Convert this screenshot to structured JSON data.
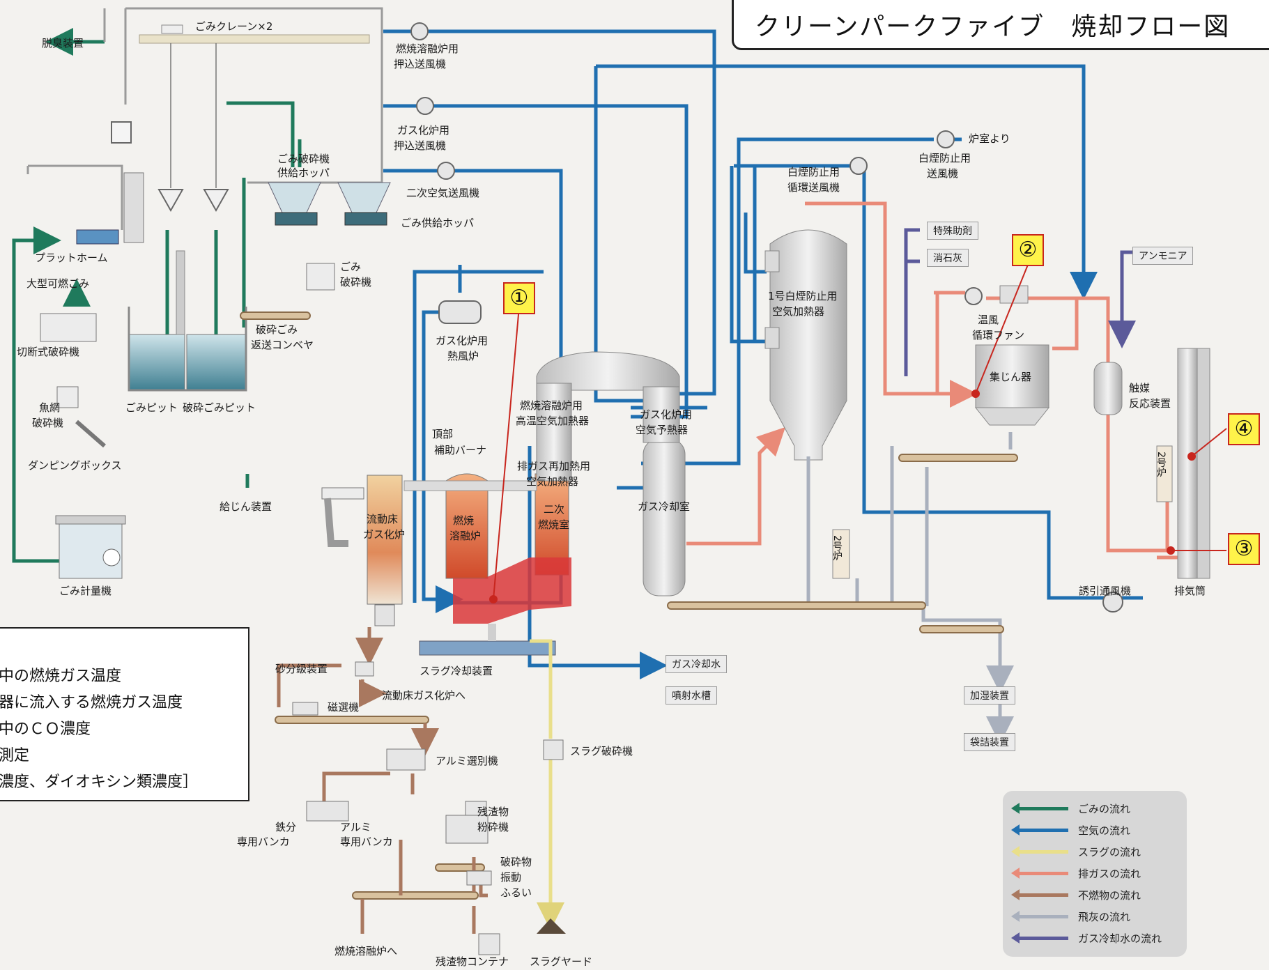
{
  "title": "クリーンパークファイブ　焼却フロー図",
  "notes": [
    "中の燃焼ガス温度",
    "器に流入する燃焼ガス温度",
    "中のＣＯ濃度",
    "測定",
    "濃度、ダイオキシン類濃度］"
  ],
  "markers": [
    "①",
    "②",
    "③",
    "④"
  ],
  "labels": {
    "deodorizer": "脱臭装置",
    "crane": "ごみクレーン×2",
    "platform": "プラットホーム",
    "large_waste": "大型可燃ごみ",
    "cutting_crusher": "切断式破砕機",
    "fishnet_crusher_1": "魚網",
    "fishnet_crusher_2": "破砕機",
    "dumping_box": "ダンピングボックス",
    "waste_pit": "ごみピット",
    "crushed_pit": "破砕ごみピット",
    "scale": "ごみ計量機",
    "crusher_hopper_1": "ごみ破砕機",
    "crusher_hopper_2": "供給ホッパ",
    "feed_hopper": "ごみ供給ホッパ",
    "crusher_1": "ごみ",
    "crusher_2": "破砕機",
    "return_conveyor_1": "破砕ごみ",
    "return_conveyor_2": "返送コンベヤ",
    "melting_push_fan_1": "燃焼溶融炉用",
    "melting_push_fan_2": "押込送風機",
    "gasifier_push_fan_1": "ガス化炉用",
    "gasifier_push_fan_2": "押込送風機",
    "secondary_air_fan": "二次空気送風機",
    "hot_air_furnace_1": "ガス化炉用",
    "hot_air_furnace_2": "熱風炉",
    "top_burner_1": "頂部",
    "top_burner_2": "補助バーナ",
    "feeder": "給じん装置",
    "fluid_gasifier_1": "流動床",
    "fluid_gasifier_2": "ガス化炉",
    "melting_furnace_1": "燃焼",
    "melting_furnace_2": "溶融炉",
    "secondary_chamber_1": "二次",
    "secondary_chamber_2": "燃焼室",
    "high_temp_heater_1": "燃焼溶融炉用",
    "high_temp_heater_2": "高温空気加熱器",
    "exhaust_reheater_1": "排ガス再加熱用",
    "exhaust_reheater_2": "空気加熱器",
    "gasifier_preheater_1": "ガス化炉用",
    "gasifier_preheater_2": "空気予熱器",
    "gas_cooling_chamber": "ガス冷却室",
    "sand_classifier": "砂分級装置",
    "to_gasifier": "流動床ガス化炉へ",
    "magnetic_separator": "磁選機",
    "slag_cooler": "スラグ冷却装置",
    "aluminum_separator": "アルミ選別機",
    "iron_bunker_1": "鉄分",
    "iron_bunker_2": "専用バンカ",
    "alu_bunker_1": "アルミ",
    "alu_bunker_2": "専用バンカ",
    "residue_crusher_1": "残渣物",
    "residue_crusher_2": "粉砕機",
    "vib_screen_1": "破砕物",
    "vib_screen_2": "振動",
    "vib_screen_3": "ふるい",
    "to_melting": "燃焼溶融炉へ",
    "residue_container": "残渣物コンテナ",
    "slag_yard": "スラグヤード",
    "slag_crusher": "スラグ破砕機",
    "gas_cooling_water": "ガス冷却水",
    "spray_tank": "噴射水槽",
    "plume_circ_fan_1": "白煙防止用",
    "plume_circ_fan_2": "循環送風機",
    "plume_fan_1": "白煙防止用",
    "plume_fan_2": "送風機",
    "from_furnace_room": "炉室より",
    "special_aid": "特殊助剤",
    "slaked_lime": "消石灰",
    "ammonia": "アンモニア",
    "plume_heater_1": "1号白煙防止用",
    "plume_heater_2": "空気加熱器",
    "warm_air_fan_1": "温風",
    "warm_air_fan_2": "循環ファン",
    "dust_collector": "集じん器",
    "catalyst_1": "触媒",
    "catalyst_2": "反応装置",
    "no2_furnace_a": "2号炉",
    "no2_furnace_b": "2号炉",
    "induced_fan": "誘引通風機",
    "stack": "排気筒",
    "humidifier": "加湿装置",
    "bagging": "袋詰装置"
  },
  "legend": [
    {
      "label": "ごみの流れ",
      "color": "#1f7a5c"
    },
    {
      "label": "空気の流れ",
      "color": "#1f6fb0"
    },
    {
      "label": "スラグの流れ",
      "color": "#e9df8a"
    },
    {
      "label": "排ガスの流れ",
      "color": "#e98a78"
    },
    {
      "label": "不燃物の流れ",
      "color": "#a9785f"
    },
    {
      "label": "飛灰の流れ",
      "color": "#a9b0bd"
    },
    {
      "label": "ガス冷却水の流れ",
      "color": "#5b5a9a"
    }
  ],
  "colors": {
    "waste": "#1f7a5c",
    "air": "#1f6fb0",
    "slag": "#e9df8a",
    "exhaust": "#e98a78",
    "incombustible": "#a9785f",
    "flyash": "#a9b0bd",
    "coolwater": "#5b5a9a",
    "marker_line": "#c8261e"
  }
}
